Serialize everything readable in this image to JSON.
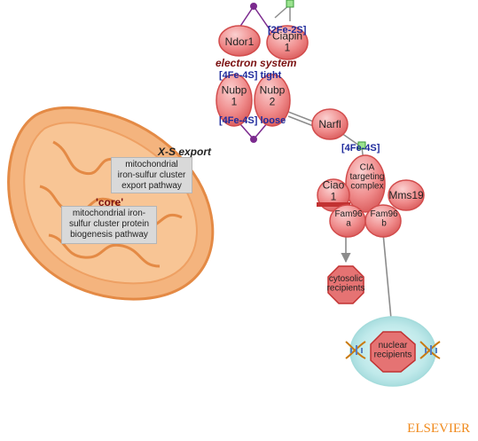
{
  "nodes": {
    "ndor1": "Ndor1",
    "ciapin1": "Ciapin\n1",
    "nubp1": "Nubp\n1",
    "nubp2": "Nubp\n2",
    "narfl": "Narfl",
    "cia_complex": "CIA\ntargeting\ncomplex",
    "ciao1": "Ciao\n1",
    "mms19": "Mms19",
    "fam96a": "Fam96\na",
    "fam96b": "Fam96\nb",
    "cytosolic": "cytosolic\nrecipients",
    "nuclear": "nuclear\nrecipients"
  },
  "labels": {
    "fe2s2": "[2Fe-2S]",
    "electron_system": "electron system",
    "fe4s4_tight": "[4Fe-4S] tight",
    "fe4s4_loose": "[4Fe-4S] loose",
    "fe4s4_cia": "[4Fe-4S]",
    "xs_export": "X-S export",
    "core": "'core'"
  },
  "pathways": {
    "export": "mitochondrial\niron-sulfur cluster\nexport pathway",
    "core": "mitochondrial iron-\nsulfur cluster protein\nbiogenesis pathway"
  },
  "publisher": "ELSEVIER",
  "colors": {
    "node_fill": "#ef8585",
    "node_stroke": "#d24c4c",
    "octagon_fill": "#e57373",
    "label_blue": "#1f2b9c",
    "label_darkred": "#7a1010",
    "line_purple": "#7b2a8e",
    "arrow_grey": "#8c8c8c",
    "mito_outer": "#f4b47e",
    "publisher_orange": "#f08a1c"
  }
}
